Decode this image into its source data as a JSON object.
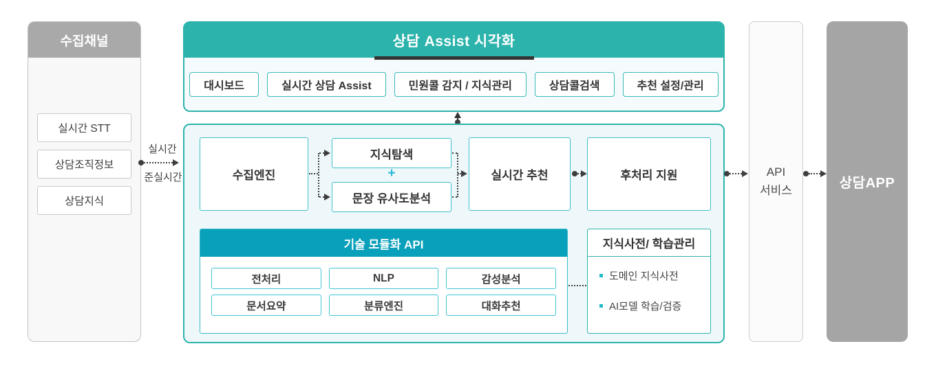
{
  "colors": {
    "teal": "#2cb3ab",
    "engine_fill": "#eef8fa",
    "module_header_cyan": "#09a0bb",
    "plus_cyan": "#26b7d3",
    "gray_header": "#a9a9a9",
    "app_gray": "#a5a5a5",
    "title_underline": "#333333",
    "connector": "#3e3e3e"
  },
  "left_panel": {
    "title": "수집채널",
    "items": [
      "실시간 STT",
      "상담조직정보",
      "상담지식"
    ]
  },
  "flow": {
    "realtime_label": "실시간",
    "near_realtime_label": "준실시간"
  },
  "viz_panel": {
    "title": "상담 Assist 시각화",
    "menus": [
      "대시보드",
      "실시간 상담 Assist",
      "민원콜 감지 / 지식관리",
      "상담콜검색",
      "추천 설정/관리"
    ]
  },
  "engine": {
    "collect_engine": "수집엔진",
    "knowledge_search": "지식탐색",
    "plus_sign": "+",
    "sentence_similarity": "문장 유사도분석",
    "realtime_recommend": "실시간 추천",
    "postprocess_support": "후처리 지원",
    "module_api": {
      "title": "기술 모듈화 API",
      "modules": [
        "전처리",
        "NLP",
        "감성분석",
        "문서요약",
        "분류엔진",
        "대화추천"
      ]
    },
    "knowledge_dict": {
      "title": "지식사전/ 학습관리",
      "items": [
        "도메인 지식사전",
        "AI모델 학습/검증"
      ]
    }
  },
  "api_service": {
    "line1": "API",
    "line2": "서비스"
  },
  "consult_app": {
    "title": "상담APP"
  }
}
